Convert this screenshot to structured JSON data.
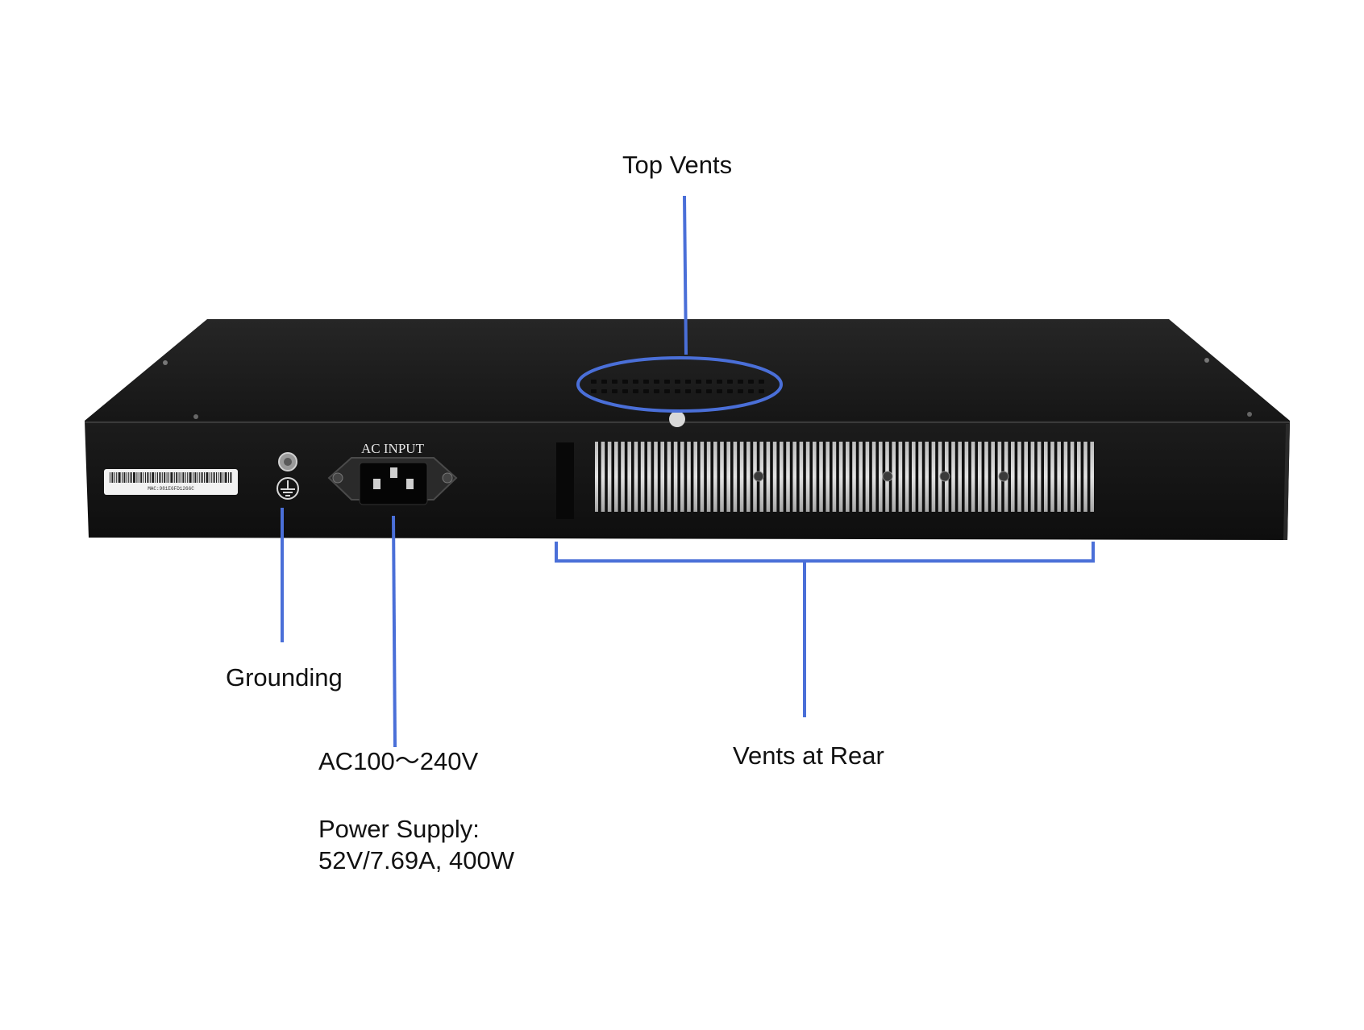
{
  "callouts": {
    "top_vents": "Top Vents",
    "grounding": "Grounding",
    "ac_input_range": "AC100～240V",
    "power_supply": {
      "line1": "Power Supply:",
      "line2": "52V/7.69A, 400W"
    },
    "rear_vents": "Vents at Rear"
  },
  "device": {
    "socket_label": "AC INPUT",
    "mac_sticker": "MAC:981E6FD1266C"
  },
  "colors": {
    "callout_line": "#4a6fd8",
    "chassis": "#1a1a1a",
    "chassis_top": "#222222",
    "background": "#ffffff"
  },
  "icons": {
    "ground_symbol": "ground-icon"
  }
}
